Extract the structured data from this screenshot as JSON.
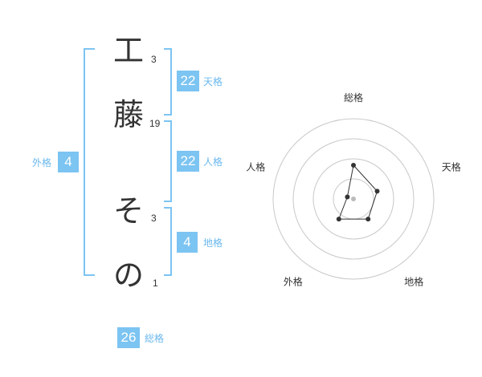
{
  "name": {
    "characters": [
      {
        "char": "工",
        "strokes": "3"
      },
      {
        "char": "藤",
        "strokes": "19"
      },
      {
        "char": "そ",
        "strokes": "3"
      },
      {
        "char": "の",
        "strokes": "1"
      }
    ]
  },
  "kaku": {
    "tenkaku": {
      "value": "22",
      "label": "天格"
    },
    "jinkaku": {
      "value": "22",
      "label": "人格"
    },
    "chikaku": {
      "value": "4",
      "label": "地格"
    },
    "gaikaku": {
      "value": "4",
      "label": "外格"
    },
    "soukaku": {
      "value": "26",
      "label": "総格"
    }
  },
  "chart_data": {
    "type": "radar",
    "axes": [
      "総格",
      "天格",
      "地格",
      "外格",
      "人格"
    ],
    "values": [
      0.37,
      0.25,
      0.25,
      0.25,
      0.0
    ],
    "rmax": 1,
    "rings": 4,
    "grid": true,
    "colors": {
      "ring": "#c8c8c8",
      "line": "#333333",
      "center": "#bbbbbb"
    }
  }
}
